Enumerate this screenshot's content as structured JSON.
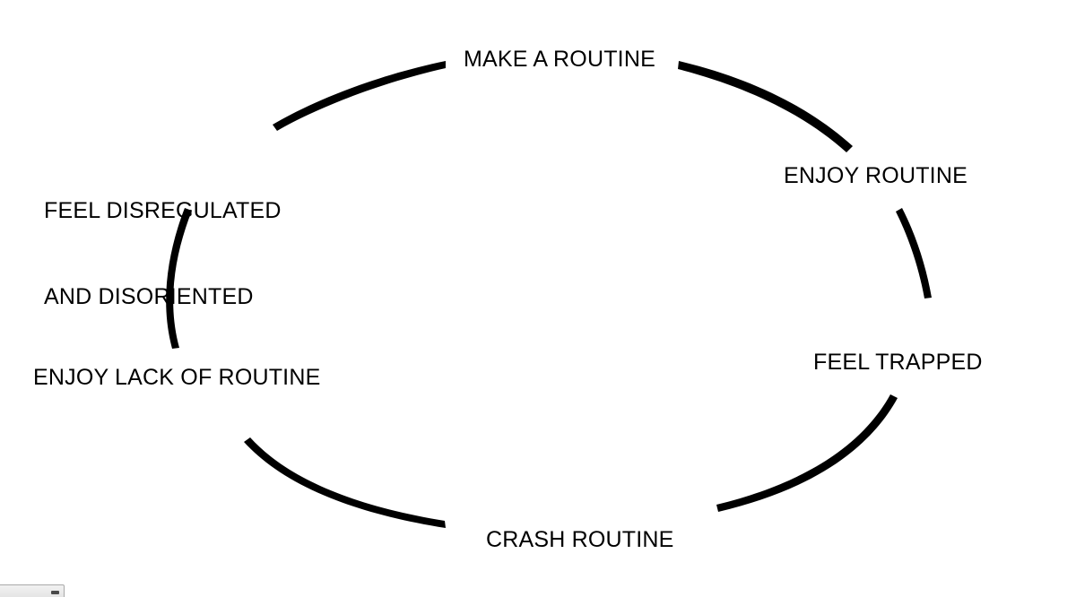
{
  "diagram": {
    "type": "cycle",
    "background_color": "#ffffff",
    "stroke_color": "#000000",
    "text_color": "#000000",
    "nodes": [
      {
        "id": "make-a-routine",
        "label": "MAKE A ROUTINE",
        "position": "top"
      },
      {
        "id": "enjoy-routine",
        "label": "ENJOY ROUTINE",
        "position": "upper-right"
      },
      {
        "id": "feel-trapped",
        "label": "FEEL TRAPPED",
        "position": "lower-right"
      },
      {
        "id": "crash-routine",
        "label": "CRASH ROUTINE",
        "position": "bottom"
      },
      {
        "id": "enjoy-lack-of-routine",
        "label": "ENJOY LACK OF ROUTINE",
        "position": "lower-left"
      },
      {
        "id": "feel-disregulated",
        "label_line1": "FEEL DISREGULATED",
        "label_line2": "AND DISORIENTED",
        "position": "upper-left"
      }
    ],
    "connectors": [
      {
        "id": "arc-make-to-enjoy-routine",
        "from": "make-a-routine",
        "to": "enjoy-routine"
      },
      {
        "id": "arc-enjoy-routine-to-trapped",
        "from": "enjoy-routine",
        "to": "feel-trapped"
      },
      {
        "id": "arc-trapped-to-crash",
        "from": "feel-trapped",
        "to": "crash-routine"
      },
      {
        "id": "arc-crash-to-enjoy-lack",
        "from": "crash-routine",
        "to": "enjoy-lack-of-routine"
      },
      {
        "id": "arc-enjoy-lack-to-disregulated",
        "from": "enjoy-lack-of-routine",
        "to": "feel-disregulated"
      },
      {
        "id": "arc-disregulated-to-make",
        "from": "feel-disregulated",
        "to": "make-a-routine"
      }
    ]
  },
  "bottom_widget": {
    "name": "dropdown-widget",
    "caret": "caret-glyph"
  }
}
